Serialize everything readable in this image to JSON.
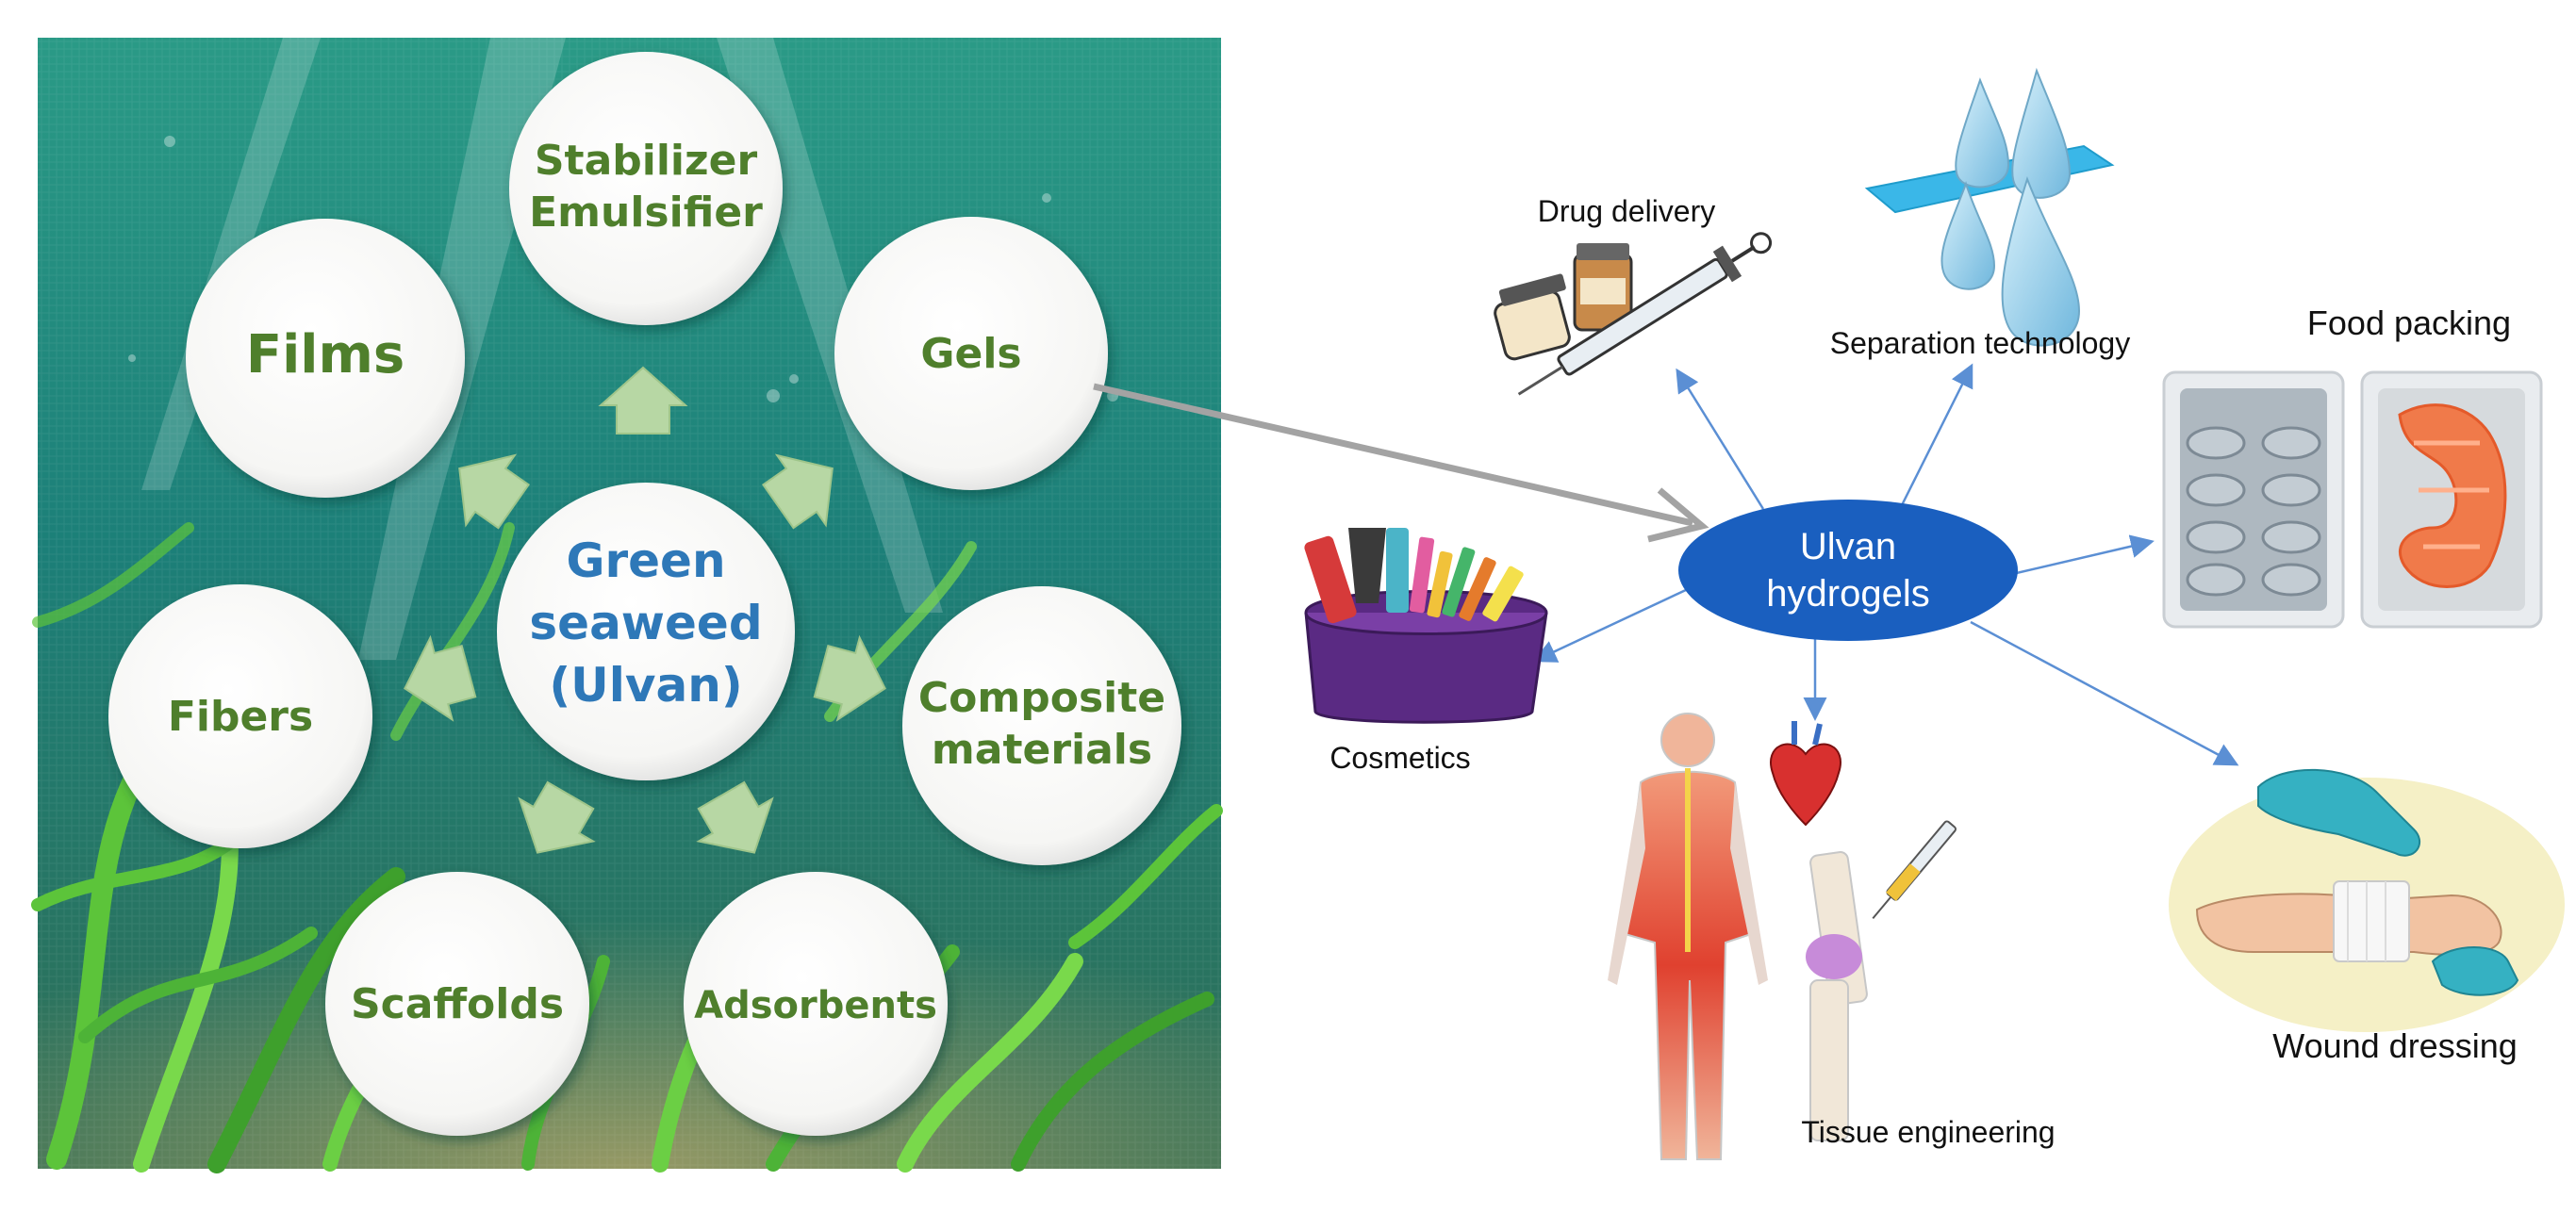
{
  "left_panel": {
    "center": {
      "line1": "Green",
      "line2": "seaweed",
      "line3": "(Ulvan)"
    },
    "satellites": {
      "stabilizer": {
        "line1": "Stabilizer",
        "line2": "Emulsifier"
      },
      "films": "Films",
      "gels": "Gels",
      "fibers": "Fibers",
      "composite": {
        "line1": "Composite",
        "line2": "materials"
      },
      "scaffolds": "Scaffolds",
      "adsorbents": "Adsorbents"
    }
  },
  "right_panel": {
    "hub": {
      "line1": "Ulvan",
      "line2": "hydrogels"
    },
    "applications": {
      "drug_delivery": "Drug delivery",
      "separation": "Separation technology",
      "food_packing": "Food packing",
      "cosmetics": "Cosmetics",
      "tissue_engineering": "Tissue engineering",
      "wound_dressing": "Wound dressing"
    }
  },
  "colors": {
    "circle_text": "#4f7f2c",
    "center_text": "#2e78b8",
    "hub_fill": "#1a5fbf",
    "arrow_blue": "#5b8fd4",
    "connector_gray": "#a3a3a3",
    "background_sea": "#1f8f82"
  }
}
